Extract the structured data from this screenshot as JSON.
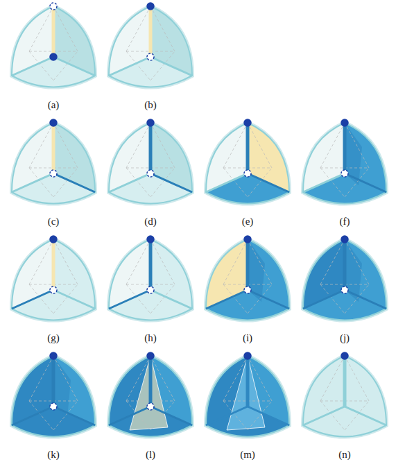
{
  "diagram": {
    "labels": [
      "(a)",
      "(b)",
      "(c)",
      "(d)",
      "(e)",
      "(f)",
      "(g)",
      "(h)",
      "(i)",
      "(j)",
      "(k)",
      "(l)",
      "(m)",
      "(n)"
    ]
  }
}
